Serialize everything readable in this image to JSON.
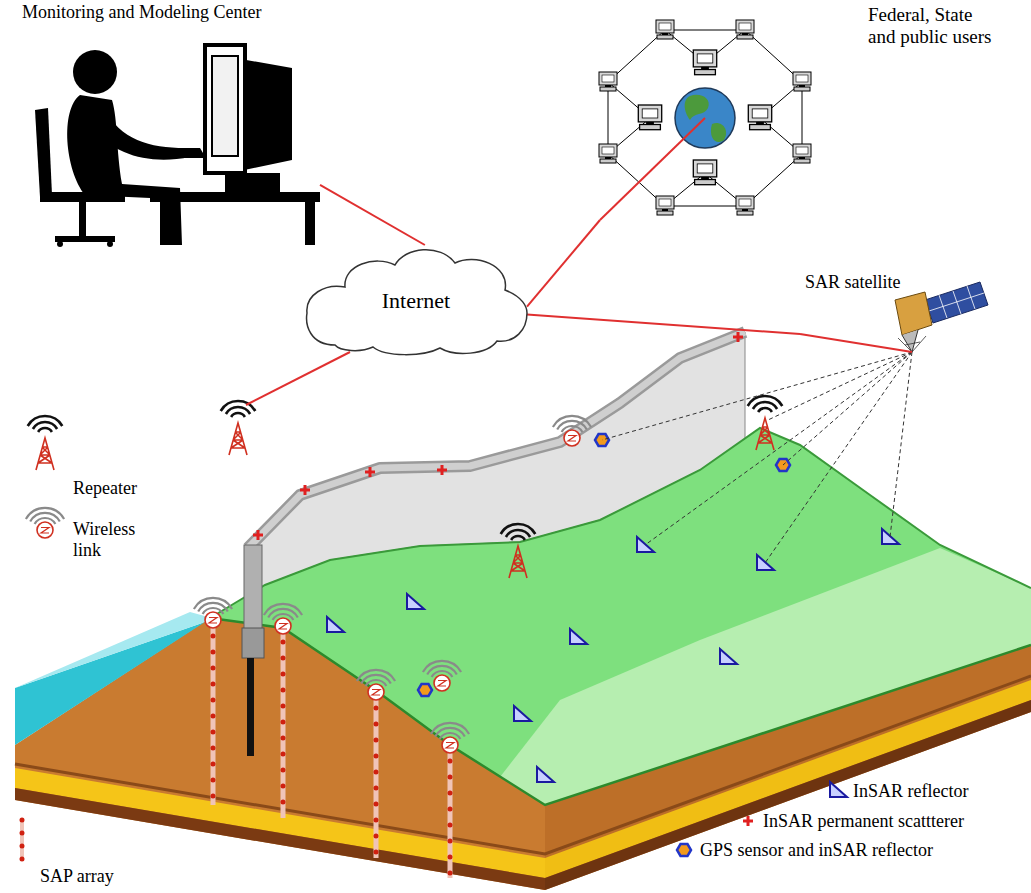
{
  "diagram": {
    "nodes": [
      {
        "text": [
          "Monitoring and Modeling Center"
        ]
      },
      {
        "text": [
          "Federal, State and public users"
        ]
      },
      {
        "text": [
          "Internet"
        ]
      },
      {
        "text": [
          "SAR satellite"
        ]
      }
    ],
    "edges": [
      {
        "from": 0,
        "to": 2,
        "arrow": "none"
      },
      {
        "from": 1,
        "to": 2,
        "arrow": "none"
      },
      {
        "from": 2,
        "to": 3,
        "arrow": "none"
      }
    ],
    "legend": [
      {
        "text": "Repeater"
      },
      {
        "text": "Wireless link"
      },
      {
        "text": "SAP array"
      },
      {
        "text": "InSAR reflector"
      },
      {
        "text": "InSAR permanent scattterer"
      },
      {
        "text": "GPS sensor and inSAR reflector"
      }
    ]
  }
}
